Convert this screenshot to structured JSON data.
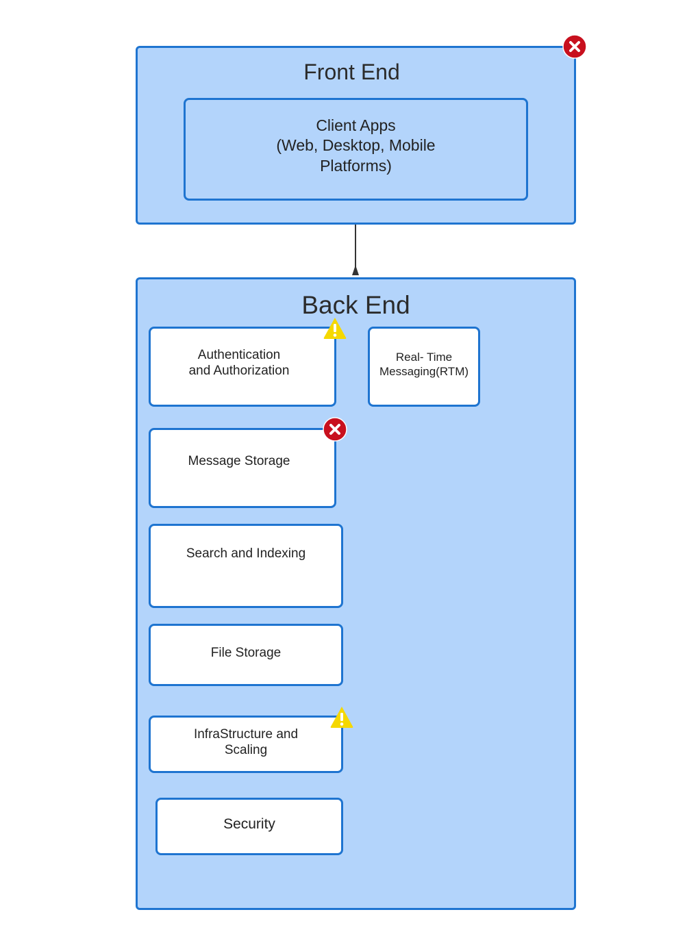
{
  "front_end": {
    "title": "Front End",
    "client_apps": "Client Apps\n(Web, Desktop, Mobile\nPlatforms)"
  },
  "back_end": {
    "title": "Back End",
    "components": {
      "auth": "Authentication\nand Authorization",
      "rtm": "Real- Time\nMessaging(RTM)",
      "message_storage": "Message Storage",
      "search": "Search and Indexing",
      "file_storage": "File Storage",
      "infrastructure": "InfraStructure and\nScaling",
      "security": "Security"
    }
  },
  "icons": {
    "error": "error-icon",
    "warning": "warning-icon"
  },
  "colors": {
    "container_fill": "#b3d4fb",
    "border": "#1e74d0",
    "error": "#c8101e",
    "warning": "#f5d800"
  }
}
